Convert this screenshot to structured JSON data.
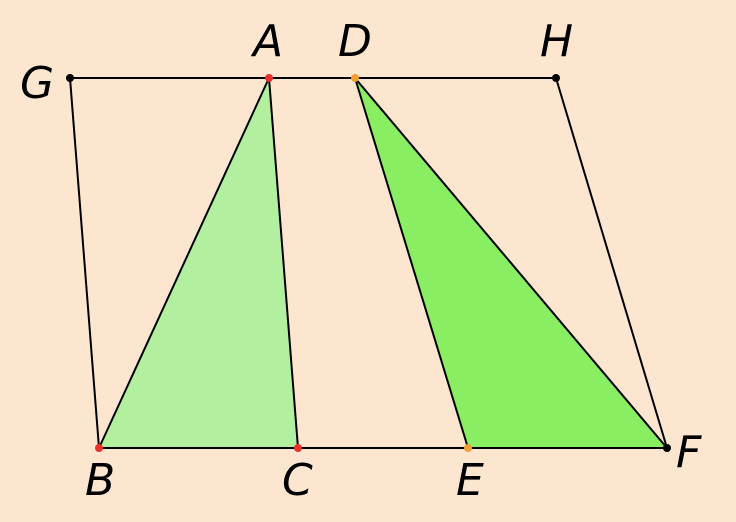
{
  "colors": {
    "background": "#fce6d0",
    "line": "#000000",
    "triangle_abc_fill": "#b2f0a0",
    "triangle_def_fill": "#8aee62",
    "point_red": "#e8312a",
    "point_orange": "#f0a030",
    "point_black": "#000000"
  },
  "points": {
    "A": {
      "label": "A",
      "color": "point_red"
    },
    "B": {
      "label": "B",
      "color": "point_red"
    },
    "C": {
      "label": "C",
      "color": "point_red"
    },
    "D": {
      "label": "D",
      "color": "point_orange"
    },
    "E": {
      "label": "E",
      "color": "point_orange"
    },
    "F": {
      "label": "F",
      "color": "point_black"
    },
    "G": {
      "label": "G",
      "color": "point_black"
    },
    "H": {
      "label": "H",
      "color": "point_black"
    }
  },
  "triangles": [
    {
      "name": "ABC",
      "vertices": [
        "A",
        "B",
        "C"
      ],
      "fill": "triangle_abc_fill"
    },
    {
      "name": "DEF",
      "vertices": [
        "D",
        "E",
        "F"
      ],
      "fill": "triangle_def_fill"
    }
  ],
  "segments": [
    [
      "G",
      "H"
    ],
    [
      "B",
      "F"
    ],
    [
      "G",
      "B"
    ],
    [
      "H",
      "F"
    ],
    [
      "A",
      "B"
    ],
    [
      "A",
      "C"
    ],
    [
      "D",
      "E"
    ],
    [
      "D",
      "F"
    ]
  ]
}
